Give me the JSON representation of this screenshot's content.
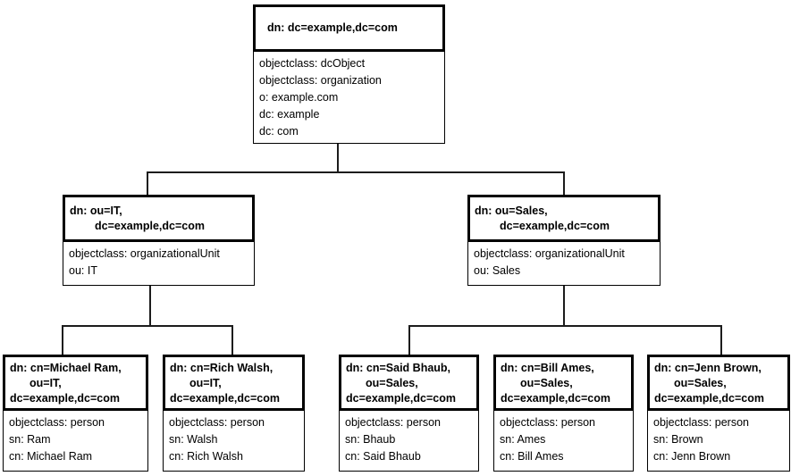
{
  "diagram": {
    "type": "ldap-directory-tree",
    "colors": {
      "background": "#ffffff",
      "border": "#000000",
      "text": "#000000",
      "connector": "#1c1c1c"
    },
    "nodes": {
      "root": {
        "dn": [
          "dn: dc=example,dc=com"
        ],
        "attributes": [
          "objectclass: dcObject",
          "objectclass: organization",
          "o: example.com",
          "dc: example",
          "dc: com"
        ]
      },
      "ou_it": {
        "dn": [
          "dn: ou=IT,",
          "dc=example,dc=com"
        ],
        "attributes": [
          "objectclass: organizationalUnit",
          "ou: IT"
        ]
      },
      "ou_sales": {
        "dn": [
          "dn: ou=Sales,",
          "dc=example,dc=com"
        ],
        "attributes": [
          "objectclass: organizationalUnit",
          "ou: Sales"
        ]
      },
      "person_michael_ram": {
        "dn": [
          "dn: cn=Michael Ram,",
          "ou=IT,",
          "dc=example,dc=com"
        ],
        "attributes": [
          "objectclass: person",
          "sn: Ram",
          "cn: Michael Ram"
        ]
      },
      "person_rich_walsh": {
        "dn": [
          "dn: cn=Rich Walsh,",
          "ou=IT,",
          "dc=example,dc=com"
        ],
        "attributes": [
          "objectclass: person",
          "sn: Walsh",
          "cn: Rich Walsh"
        ]
      },
      "person_said_bhaub": {
        "dn": [
          "dn: cn=Said Bhaub,",
          "ou=Sales,",
          "dc=example,dc=com"
        ],
        "attributes": [
          "objectclass: person",
          "sn: Bhaub",
          "cn: Said Bhaub"
        ]
      },
      "person_bill_ames": {
        "dn": [
          "dn: cn=Bill Ames,",
          "ou=Sales,",
          "dc=example,dc=com"
        ],
        "attributes": [
          "objectclass: person",
          "sn: Ames",
          "cn: Bill Ames"
        ]
      },
      "person_jenn_brown": {
        "dn": [
          "dn: cn=Jenn Brown,",
          "ou=Sales,",
          "dc=example,dc=com"
        ],
        "attributes": [
          "objectclass: person",
          "sn: Brown",
          "cn: Jenn Brown"
        ]
      }
    }
  }
}
